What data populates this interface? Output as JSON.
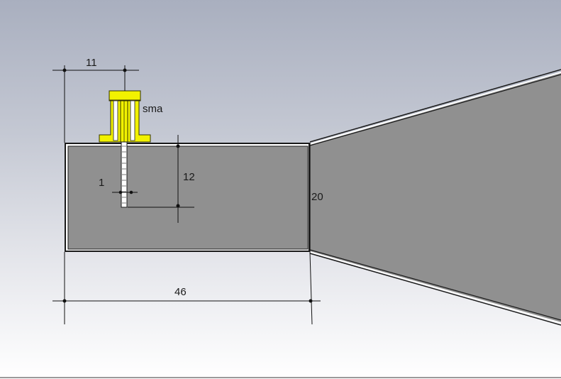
{
  "drawing": {
    "colors": {
      "metal_fill": "#909090",
      "outline": "#1a1a1a",
      "connector": "#f2f200",
      "dimension_line": "#111111"
    },
    "labels": {
      "connector": "sma"
    },
    "dimensions": {
      "probe_offset": "11",
      "probe_diameter": "1",
      "probe_length": "12",
      "waveguide_height": "20",
      "waveguide_length": "46"
    }
  }
}
